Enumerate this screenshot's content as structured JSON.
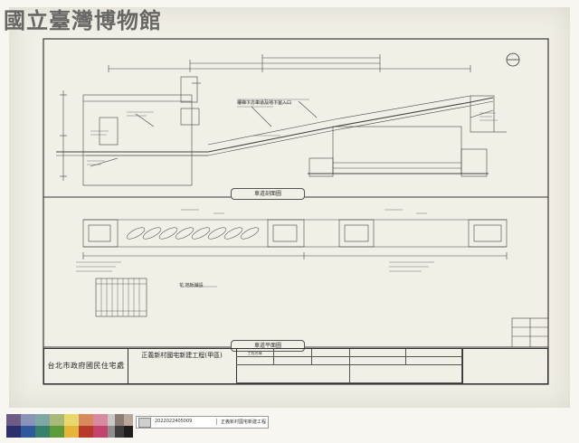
{
  "watermark": {
    "text": "國立臺灣博物館"
  },
  "drawing": {
    "section_title": "車道剖面圖",
    "plan_title": "車道平面圖",
    "notes": [
      "樓梯下方車道及地下室入口",
      "花 地板鋪設"
    ]
  },
  "title_block": {
    "agency": "台北市政府國民住宅處",
    "project": "正義新村國宅新建工程(甲區)",
    "cells": [
      "工程名稱",
      "",
      "",
      "",
      "",
      "",
      "",
      "",
      "",
      "",
      "",
      ""
    ]
  },
  "archive_label": {
    "id": "2022022405009",
    "title": "正義新村國宅新建工程"
  },
  "color_target": {
    "top_row": [
      "#6e5b88",
      "#8a93b8",
      "#7fa7a4",
      "#a9b97a",
      "#e7d96b",
      "#d98a5c",
      "#d98aa3",
      "#c9c9c9",
      "#8b7d74",
      "#b8a79a",
      "#dcdcdc"
    ],
    "bottom_row": [
      "#2b2f6e",
      "#2e5a9b",
      "#37806a",
      "#5d9a3b",
      "#e5b53a",
      "#b83a2b",
      "#c2436b",
      "#8e8e8e",
      "#3d3d3d",
      "#1e1e1e",
      "#ffffff"
    ]
  }
}
